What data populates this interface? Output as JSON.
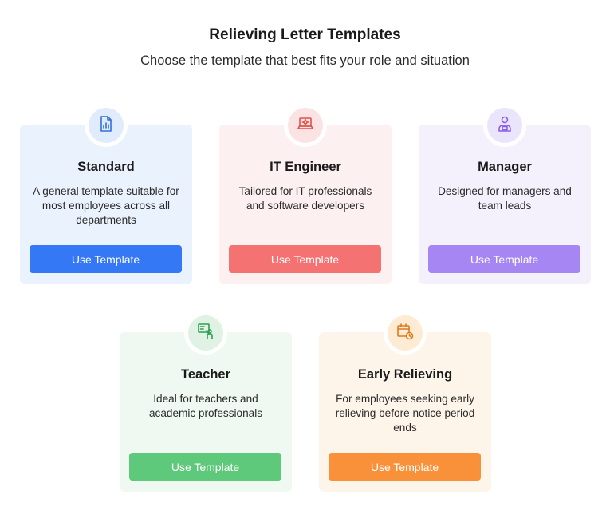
{
  "header": {
    "title": "Relieving Letter Templates",
    "subtitle": "Choose the template that best fits your role and situation"
  },
  "templates": [
    {
      "title": "Standard",
      "description": "A general template suitable for most employees across all departments",
      "button_label": "Use Template",
      "icon": "document-chart-icon",
      "accent": "#3478f6"
    },
    {
      "title": "IT Engineer",
      "description": "Tailored for IT professionals and software developers",
      "button_label": "Use Template",
      "icon": "laptop-gear-icon",
      "accent": "#f57272"
    },
    {
      "title": "Manager",
      "description": "Designed for managers and team leads",
      "button_label": "Use Template",
      "icon": "manager-person-icon",
      "accent": "#a686f2"
    },
    {
      "title": "Teacher",
      "description": "Ideal for teachers and academic professionals",
      "button_label": "Use Template",
      "icon": "teacher-board-icon",
      "accent": "#5ec87b"
    },
    {
      "title": "Early Relieving",
      "description": "For employees seeking early relieving before notice period ends",
      "button_label": "Use Template",
      "icon": "calendar-clock-icon",
      "accent": "#f8913a"
    }
  ]
}
